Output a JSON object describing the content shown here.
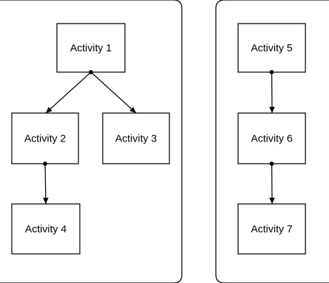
{
  "colors": {
    "stroke": "#000000",
    "background": "#ffffff"
  },
  "diagram": {
    "groups": [
      {
        "id": "group-left"
      },
      {
        "id": "group-right"
      }
    ],
    "nodes": [
      {
        "id": "a1",
        "label": "Activity 1"
      },
      {
        "id": "a2",
        "label": "Activity 2"
      },
      {
        "id": "a3",
        "label": "Activity 3"
      },
      {
        "id": "a4",
        "label": "Activity 4"
      },
      {
        "id": "a5",
        "label": "Activity 5"
      },
      {
        "id": "a6",
        "label": "Activity 6"
      },
      {
        "id": "a7",
        "label": "Activity 7"
      }
    ],
    "edges": [
      {
        "from": "a1",
        "to": "a2"
      },
      {
        "from": "a1",
        "to": "a3"
      },
      {
        "from": "a2",
        "to": "a4"
      },
      {
        "from": "a5",
        "to": "a6"
      },
      {
        "from": "a6",
        "to": "a7"
      }
    ]
  }
}
